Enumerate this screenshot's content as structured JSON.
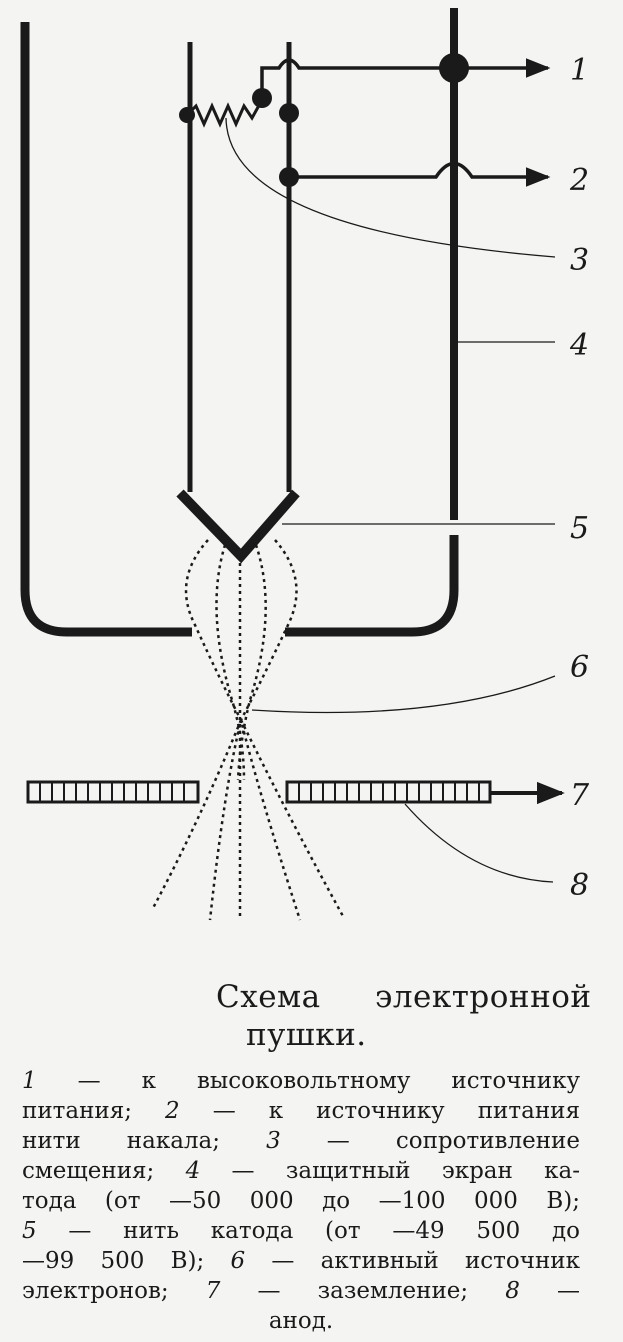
{
  "diagram": {
    "labels": [
      "1",
      "2",
      "3",
      "4",
      "5",
      "6",
      "7",
      "8"
    ]
  },
  "caption": {
    "title_line1": "Схема электронной",
    "title_line2": "пушки.",
    "legend": [
      {
        "n": "1",
        "t": " — к высоковольтному источнику"
      },
      {
        "t": "питания; "
      },
      {
        "n": "2",
        "t": " — к источнику питания"
      },
      {
        "t": "нити накала; "
      },
      {
        "n": "3",
        "t": " — сопротивление"
      },
      {
        "t": "смещения; "
      },
      {
        "n": "4",
        "t": " — защитный экран ка-"
      },
      {
        "t": "тода (от —50 000 до —100 000 В);"
      },
      {
        "n": "5",
        "t": " — нить катода (от —49 500 до"
      },
      {
        "t": "—99 500 В); "
      },
      {
        "n": "6",
        "t": " — активный источник"
      },
      {
        "t": "электронов; "
      },
      {
        "n": "7",
        "t": " — заземление; "
      },
      {
        "n": "8",
        "t": " —"
      },
      {
        "t": "анод."
      }
    ]
  }
}
